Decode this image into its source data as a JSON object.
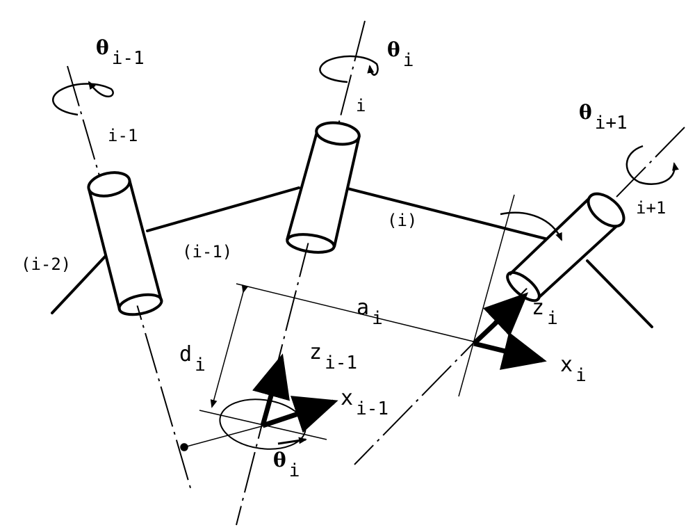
{
  "labels": {
    "theta_im1": {
      "sym": "θ",
      "sub": "i-1"
    },
    "theta_i_top": {
      "sym": "θ",
      "sub": "i"
    },
    "theta_ip1": {
      "sym": "θ",
      "sub": "i+1"
    },
    "theta_i_bottom": {
      "sym": "θ",
      "sub": "i"
    },
    "axis_im1": "i-1",
    "axis_i": "i",
    "axis_ip1": "i+1",
    "link_im2": "(i-2)",
    "link_im1": "(i-1)",
    "link_i": "(i)",
    "a_i": {
      "sym": "a",
      "sub": "i"
    },
    "d_i": {
      "sym": "d",
      "sub": "i"
    },
    "z_im1": {
      "sym": "z",
      "sub": "i-1"
    },
    "x_im1": {
      "sym": "x",
      "sub": "i-1"
    },
    "z_i": {
      "sym": "z",
      "sub": "i"
    },
    "x_i": {
      "sym": "x",
      "sub": "i"
    }
  },
  "colors": {
    "ink": "#000000",
    "background": "#ffffff"
  }
}
